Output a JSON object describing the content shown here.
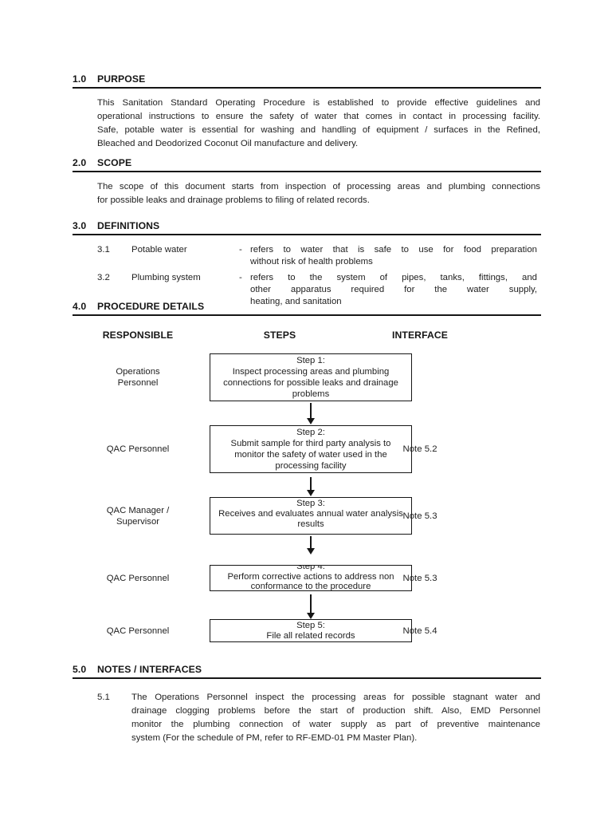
{
  "page": {
    "background": "#ffffff",
    "text_color": "#1c1c1c",
    "rule_color": "#161616"
  },
  "sections": {
    "purpose": {
      "number": "1.0",
      "title": "PURPOSE",
      "lines": [
        "This Sanitation Standard Operating Procedure is established to provide effective guidelines and",
        "operational instructions to ensure the safety of water that comes in contact in processing facility.",
        "Safe, potable water is essential for washing and handling of equipment / surfaces in the Refined,",
        "Bleached and Deodorized Coconut Oil manufacture and delivery."
      ]
    },
    "scope": {
      "number": "2.0",
      "title": "SCOPE",
      "lines": [
        "The scope of this document starts from inspection of processing areas and plumbing connections",
        "for possible leaks and drainage problems to filing of related records."
      ]
    },
    "definitions": {
      "number": "3.0",
      "title": "DEFINITIONS",
      "items": [
        {
          "number": "3.1",
          "term": "Potable water",
          "separator": "-",
          "lines": [
            "refers to water that is safe to use for food preparation",
            "without risk of health problems"
          ]
        },
        {
          "number": "3.2",
          "term": "Plumbing system",
          "separator": "-",
          "lines": [
            "refers to the system of pipes, tanks, fittings, and",
            "other apparatus required for the water supply,",
            "heating, and sanitation"
          ]
        }
      ]
    },
    "procedure": {
      "number": "4.0",
      "title": "PROCEDURE DETAILS",
      "columns": {
        "responsible": "RESPONSIBLE",
        "steps": "STEPS",
        "interface": "INTERFACE"
      },
      "steps": [
        {
          "responsible": "Operations Personnel",
          "step_title": "Step 1:",
          "step_text": "Inspect processing areas and plumbing connections for possible leaks and drainage problems",
          "interface": ""
        },
        {
          "responsible": "QAC Personnel",
          "step_title": "Step 2:",
          "step_text": "Submit sample for third party analysis to monitor the safety of water used in the processing facility",
          "interface": "Note 5.2"
        },
        {
          "responsible": "QAC Manager / Supervisor",
          "step_title": "Step 3:",
          "step_text": "Receives and evaluates annual water analysis results",
          "interface": "Note 5.3"
        },
        {
          "responsible": "QAC Personnel",
          "step_title": "Step 4:",
          "step_text": "Perform corrective actions to address non conformance to the procedure",
          "interface": "Note 5.3"
        },
        {
          "responsible": "QAC Personnel",
          "step_title": "Step 5:",
          "step_text": "File all related records",
          "interface": "Note 5.4"
        }
      ]
    },
    "notes": {
      "number": "5.0",
      "title": "NOTES / INTERFACES",
      "items": [
        {
          "number": "5.1",
          "lines": [
            "The Operations Personnel inspect the processing areas for possible stagnant water and",
            "drainage clogging problems before the start of production shift. Also, EMD Personnel",
            "monitor the plumbing connection of water supply as part of preventive maintenance",
            "system (For the schedule of PM, refer to RF-EMD-01 PM Master Plan)."
          ]
        }
      ]
    }
  }
}
